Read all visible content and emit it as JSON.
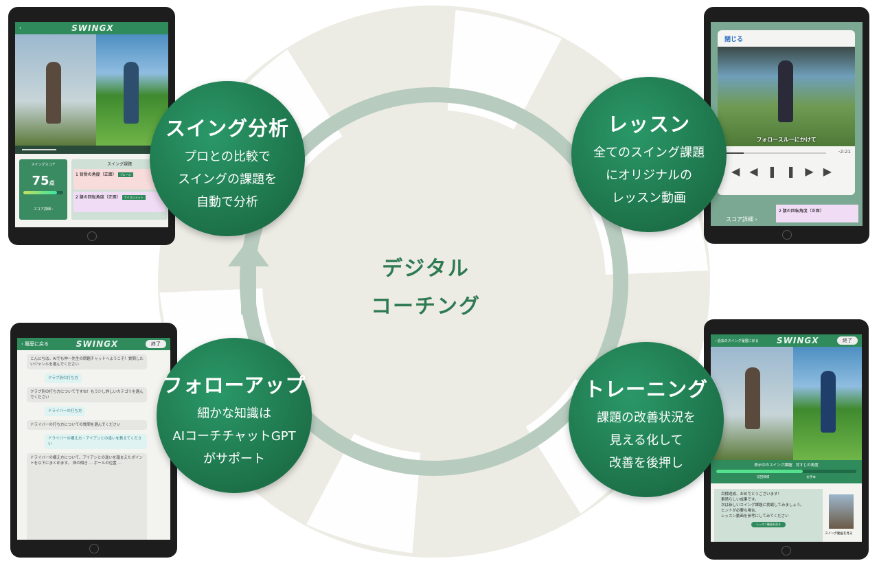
{
  "center": {
    "line1": "デジタル",
    "line2": "コーチング"
  },
  "colors": {
    "bubble": "#1f7a4e",
    "ring": "#b7cbbf",
    "aperture": "#ecebe4",
    "center_text": "#2e7a52"
  },
  "bubbles": [
    {
      "title": "スイング分析",
      "lines": [
        "プロとの比較で",
        "スイングの課題を",
        "自動で分析"
      ]
    },
    {
      "title": "レッスン",
      "lines": [
        "全てのスイング課題",
        "にオリジナルの",
        "レッスン動画"
      ]
    },
    {
      "title": "フォローアップ",
      "lines": [
        "細かな知識は",
        "AIコーチチャットGPT",
        "がサポート"
      ]
    },
    {
      "title": "トレーニング",
      "lines": [
        "課題の改善状況を",
        "見える化して",
        "改善を後押し"
      ]
    }
  ],
  "tablet_analysis": {
    "logo": "SWINGX",
    "score_label": "スイングスコア",
    "score": "75",
    "score_unit": "点",
    "score_progress": 0.85,
    "score_link": "スコア詳細 ›",
    "issues_header": "スイング課題",
    "issues": [
      {
        "num": "1",
        "name": "背骨の角度（正面）",
        "badge": "プルース"
      },
      {
        "num": "2",
        "name": "腰の回転角度（正面）",
        "badge": "ナイスショット"
      }
    ]
  },
  "tablet_lesson": {
    "close": "閉じる",
    "caption": "フォロースルーにかけて",
    "time_remaining": "-2:21",
    "progress": 0.2,
    "issue": {
      "num": "2",
      "name": "腰の回転角度（正面）"
    },
    "score_link": "スコア詳細 ›"
  },
  "tablet_chat": {
    "back": "‹ 履歴に戻る",
    "logo": "SWINGX",
    "exit": "終了",
    "messages": [
      {
        "from": "ai",
        "text": "こんにちは。AIでも仲一先生の問題チャットへようこそ！質問したいジャンルを選んでください"
      },
      {
        "from": "me",
        "text": "クラブ別の打ち方"
      },
      {
        "from": "ai",
        "text": "クラブ別の打ち方についてですね！もう少し詳しいカテゴリを選んでください"
      },
      {
        "from": "me",
        "text": "ドライバーの打ち方"
      },
      {
        "from": "ai",
        "text": "ドライバーの打ち方についての質問を選んでください"
      },
      {
        "from": "me",
        "text": "ドライバーの構え方・アイアンとの違いを教えてください"
      },
      {
        "from": "ai",
        "text": "ドライバーの構え方について、アイアンとの違いを踏まえたポイントを以下にまとめます。 体の傾き … ボールの位置 …"
      }
    ]
  },
  "tablet_training": {
    "back": "‹ 過去のスイング履歴に戻る",
    "logo": "SWINGX",
    "exit": "終了",
    "issue_label": "表示中のスイング課題：背すじの角度",
    "progress": 0.62,
    "marker_prev": "前回目標",
    "marker_goal": "お手本",
    "message": [
      "目標達成、おめでとうございます！",
      "素晴らしい成果です。",
      "次は新しいスイング課題に挑戦してみましょう。",
      "ヒントが必要な場合、",
      "レッスン動画を参考にしてみてください"
    ],
    "lesson_button": "レッスン動画を見る",
    "video_label": "スイング動画を見る"
  }
}
